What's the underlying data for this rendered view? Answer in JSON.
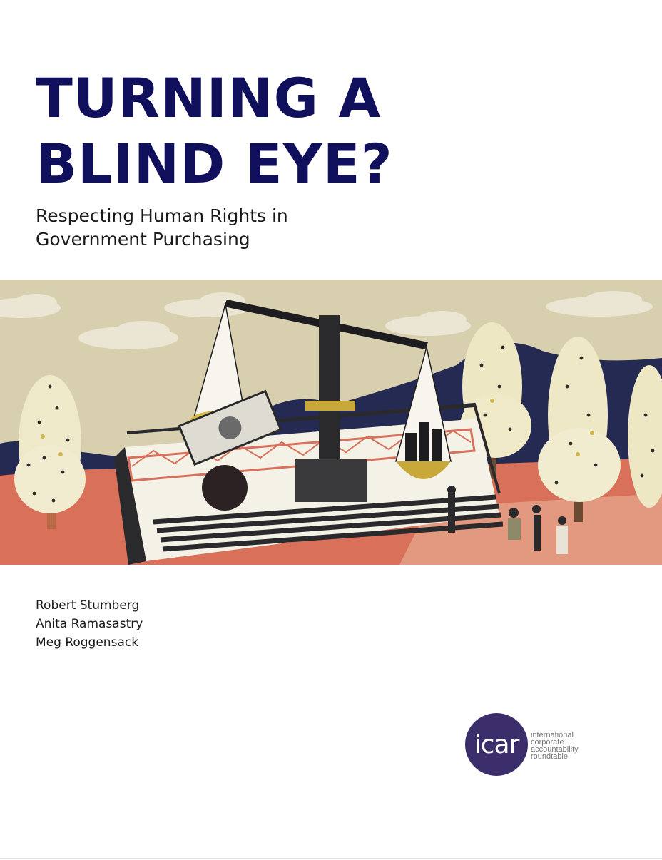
{
  "cover": {
    "title_lines": [
      "TURNING A",
      "BLIND EYE?"
    ],
    "subtitle_lines": [
      "Respecting Human Rights in",
      "Government Purchasing"
    ]
  },
  "authors": [
    "Robert Stumberg",
    "Anita Ramasastry",
    "Meg Roggensack"
  ],
  "logo": {
    "mark": "icar",
    "name_lines": [
      "international",
      "corporate",
      "accountability",
      "roundtable"
    ]
  },
  "colors": {
    "title": "#100f5c",
    "logo_circle": "#3c2d6b",
    "sky": "#d8cfae",
    "hills": "#252a52",
    "ground": "#d9705a",
    "scale": "#1d1d1f",
    "gold": "#c9a83a"
  }
}
